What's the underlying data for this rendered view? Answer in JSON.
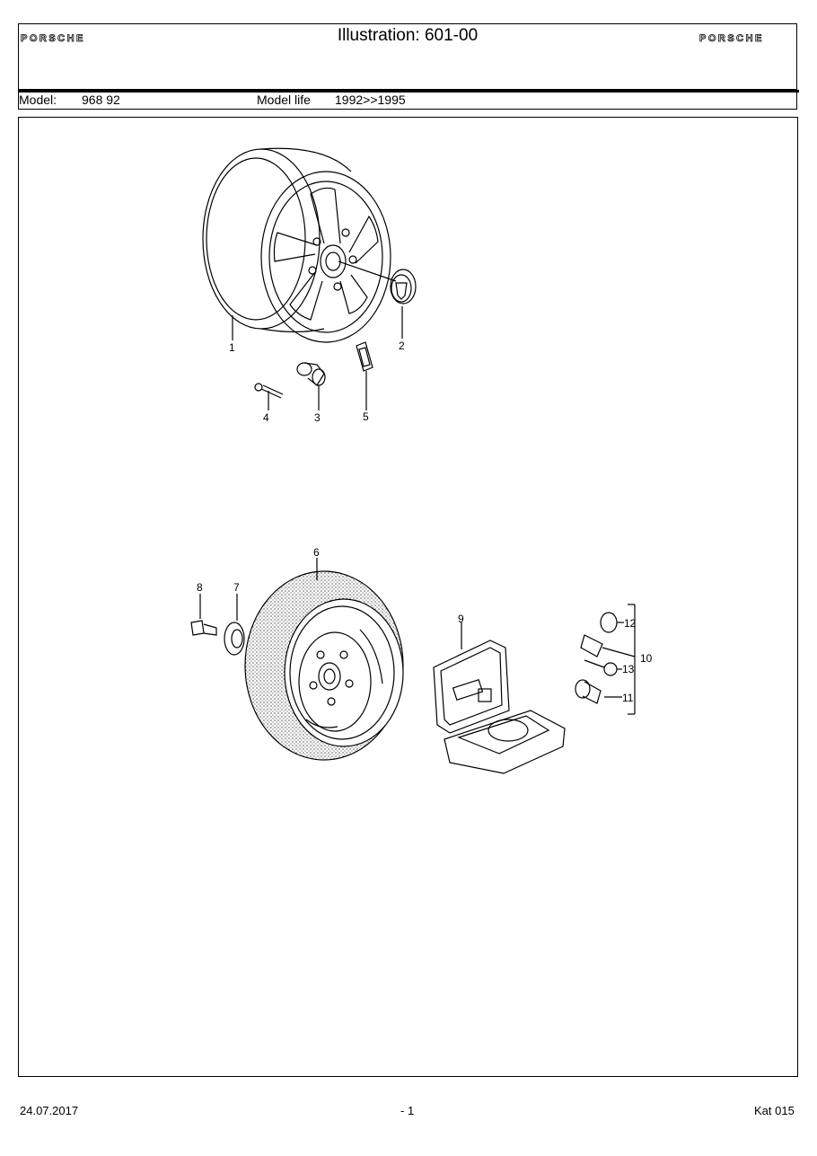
{
  "header": {
    "title": "Illustration: 601-00",
    "brand": "PORSCHE"
  },
  "model_row": {
    "model_label": "Model:",
    "model_value": "968 92",
    "life_label": "Model life",
    "life_value": "1992>>1995"
  },
  "diagram": {
    "callouts": [
      "1",
      "2",
      "3",
      "4",
      "5",
      "6",
      "7",
      "8",
      "9",
      "10",
      "11",
      "12",
      "13"
    ]
  },
  "footer": {
    "date": "24.07.2017",
    "page": "- 1",
    "catalog": "Kat 015"
  }
}
